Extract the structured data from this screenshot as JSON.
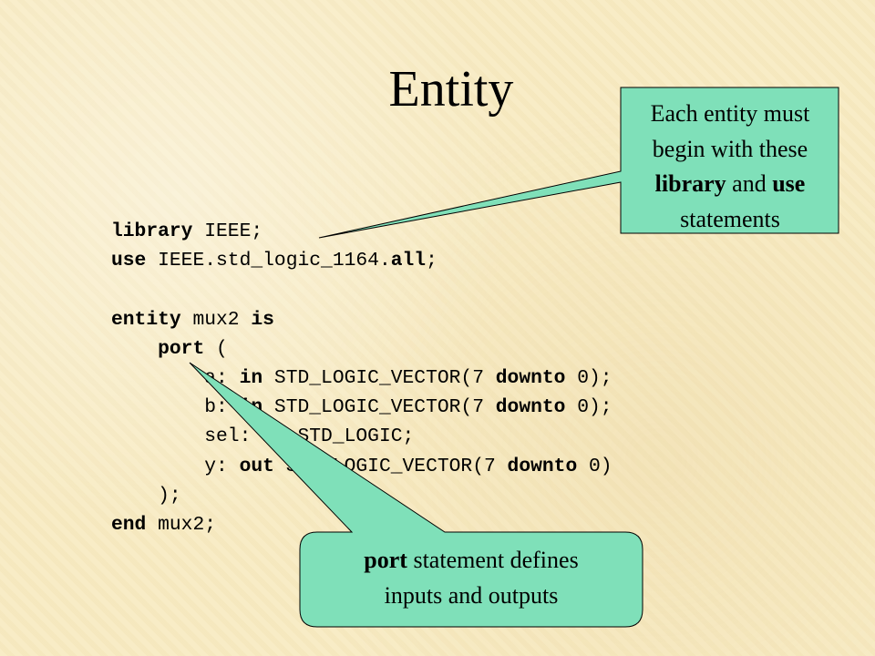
{
  "slide": {
    "title": "Entity"
  },
  "colors": {
    "background": "#f8ebc2",
    "callout_fill": "#7fe0b9",
    "callout_border": "#000000"
  },
  "code": {
    "lines": [
      {
        "tokens": [
          {
            "t": "library",
            "kw": true
          },
          {
            "t": " IEEE;"
          }
        ]
      },
      {
        "tokens": [
          {
            "t": "use",
            "kw": true
          },
          {
            "t": " IEEE.std_logic_1164."
          },
          {
            "t": "all",
            "kw": true
          },
          {
            "t": ";"
          }
        ]
      },
      {
        "tokens": [
          {
            "t": ""
          }
        ]
      },
      {
        "tokens": [
          {
            "t": "entity",
            "kw": true
          },
          {
            "t": " mux2 "
          },
          {
            "t": "is",
            "kw": true
          }
        ]
      },
      {
        "tokens": [
          {
            "t": "    "
          },
          {
            "t": "port",
            "kw": true
          },
          {
            "t": " ("
          }
        ]
      },
      {
        "tokens": [
          {
            "t": "        a: "
          },
          {
            "t": "in",
            "kw": true
          },
          {
            "t": " STD_LOGIC_VECTOR(7 "
          },
          {
            "t": "downto",
            "kw": true
          },
          {
            "t": " 0);"
          }
        ]
      },
      {
        "tokens": [
          {
            "t": "        b: "
          },
          {
            "t": "in",
            "kw": true
          },
          {
            "t": " STD_LOGIC_VECTOR(7 "
          },
          {
            "t": "downto",
            "kw": true
          },
          {
            "t": " 0);"
          }
        ]
      },
      {
        "tokens": [
          {
            "t": "        sel: "
          },
          {
            "t": "in",
            "kw": true
          },
          {
            "t": " STD_LOGIC;"
          }
        ]
      },
      {
        "tokens": [
          {
            "t": "        y: "
          },
          {
            "t": "out",
            "kw": true
          },
          {
            "t": " STD_LOGIC_VECTOR(7 "
          },
          {
            "t": "downto",
            "kw": true
          },
          {
            "t": " 0)"
          }
        ]
      },
      {
        "tokens": [
          {
            "t": "    );"
          }
        ]
      },
      {
        "tokens": [
          {
            "t": "end",
            "kw": true
          },
          {
            "t": " mux2;"
          }
        ]
      }
    ]
  },
  "callouts": {
    "library": {
      "line1": "Each entity must",
      "line2": "begin with these",
      "bold1": "library",
      "mid": " and ",
      "bold2": "use",
      "line4": "statements"
    },
    "port": {
      "bold": "port",
      "rest": " statement defines",
      "line2": "inputs and outputs"
    }
  }
}
